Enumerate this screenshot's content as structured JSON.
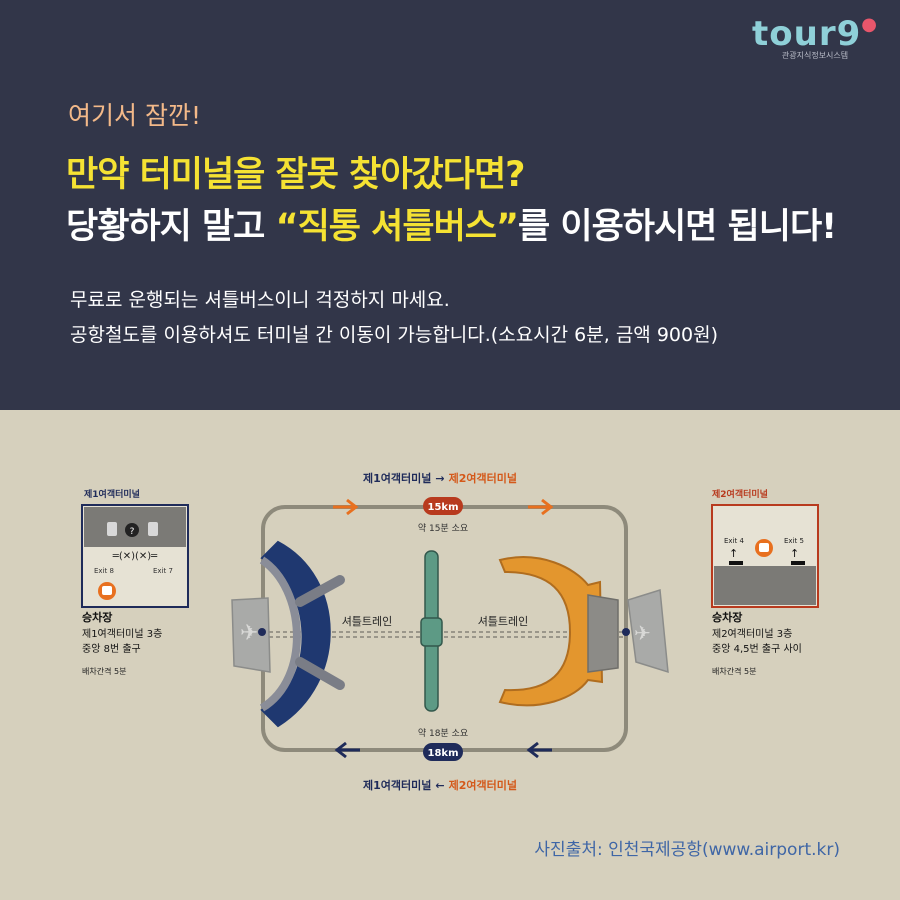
{
  "header": {
    "logo_text": "tour9",
    "logo_sub": "관광지식정보시스템",
    "pre_title": "여기서 잠깐!",
    "title_line1": "만약 터미널을 잘못 찾아갔다면?",
    "title_line2_a": "당황하지 말고 ",
    "title_line2_hl": "“직통 셔틀버스”",
    "title_line2_b": "를 이용하시면 됩니다!",
    "desc_line1": "무료로 운행되는 셔틀버스이니 걱정하지 마세요.",
    "desc_line2": "공항철도를 이용하셔도 터미널 간 이동이 가능합니다.(소요시간 6분, 금액 900원)"
  },
  "diagram": {
    "top_route_from": "제1여객터미널",
    "top_route_arrow": "→",
    "top_route_to": "제2여객터미널",
    "top_distance": "15km",
    "top_time": "약 15분 소요",
    "bottom_route_from": "제1여객터미널",
    "bottom_route_arrow": "←",
    "bottom_route_to": "제2여객터미널",
    "bottom_distance": "18km",
    "bottom_time": "약 18분 소요",
    "shuttle_left": "셔틀트레인",
    "shuttle_right": "셔틀트레인",
    "t1": {
      "label": "제1여객터미널",
      "exit_a": "Exit 8",
      "exit_b": "Exit 7",
      "stop_title": "승차장",
      "stop_line1": "제1여객터미널 3층",
      "stop_line2": "중앙 8번 출구",
      "interval": "배차간격 5분"
    },
    "t2": {
      "label": "제2여객터미널",
      "exit_a": "Exit 4",
      "exit_b": "Exit 5",
      "stop_title": "승차장",
      "stop_line1": "제2여객터미널 3층",
      "stop_line2": "중앙 4,5번 출구 사이",
      "interval": "배차간격 5분"
    }
  },
  "credit": "사진출처: 인천국제공항(www.airport.kr)",
  "colors": {
    "bg_top": "#323649",
    "bg_bottom": "#d6d0bd",
    "yellow": "#f5e233",
    "orange": "#e8701f",
    "navy": "#1f2b5a",
    "route": "#8e8a7b",
    "t1_body": "#7a7d86",
    "t2_body": "#e3962e",
    "train": "#5d9a85"
  }
}
